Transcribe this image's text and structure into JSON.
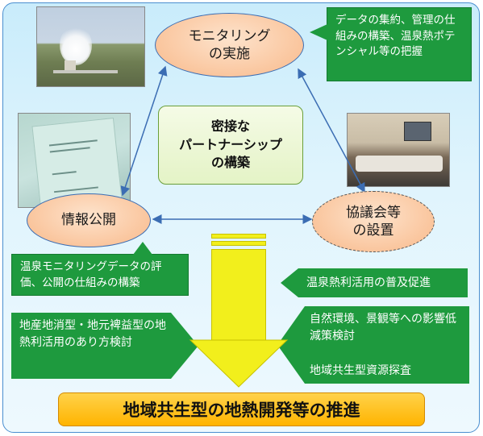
{
  "monitoring": {
    "line1": "モニタリング",
    "line2": "の実施"
  },
  "info_disclosure": {
    "label": "情報公開"
  },
  "council": {
    "line1": "協議会等",
    "line2": "の設置"
  },
  "partnership": {
    "line1": "密接な",
    "line2": "パートナーシップ",
    "line3": "の構築"
  },
  "callouts": {
    "data_collection": "データの集約、管理の仕組みの構築、温泉熱ポテンシャル等の把握",
    "info_eval": "温泉モニタリングデータの評価、公開の仕組みの構築",
    "hot_spring_use": "温泉熱利活用の普及促進",
    "local_use": "地産地消型・地元裨益型の地熱利活用のあり方検討",
    "environment": "自然環境、景観等への影響低減策検討",
    "resource": "地域共生型資源探査"
  },
  "goal": {
    "label": "地域共生型の地熱開発等の推進"
  },
  "colors": {
    "callout_green": "#1e9a3e",
    "arrow_yellow": "#f2ef1c",
    "goal_orange": "#ffb400",
    "ellipse_orange": "#f9b98a"
  },
  "photos": [
    "geothermal-plant-photo",
    "report-document-photo",
    "meeting-room-photo"
  ]
}
